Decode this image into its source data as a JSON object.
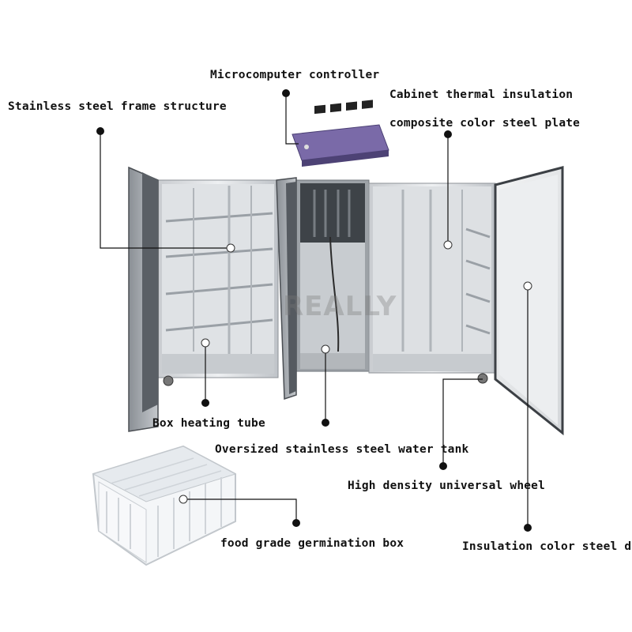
{
  "labels": {
    "microcomputer_controller": "Microcomputer controller",
    "frame_structure": "Stainless steel frame structure",
    "thermal_insulation_line1": "Cabinet thermal insulation",
    "thermal_insulation_line2": "composite color steel plate",
    "heating_tube": "Box heating tube",
    "water_tank": "Oversized stainless steel water tank",
    "universal_wheel": "High density universal wheel",
    "germination_box": "food grade germination box",
    "insulation_door": "Insulation color steel door"
  },
  "watermark": "REALLY",
  "colors": {
    "steel_light": "#e6e8ea",
    "steel_mid": "#b9bdc2",
    "steel_dark": "#6f747a",
    "controller_purple": "#7a6aa8",
    "basket_white": "#f4f6f8"
  }
}
